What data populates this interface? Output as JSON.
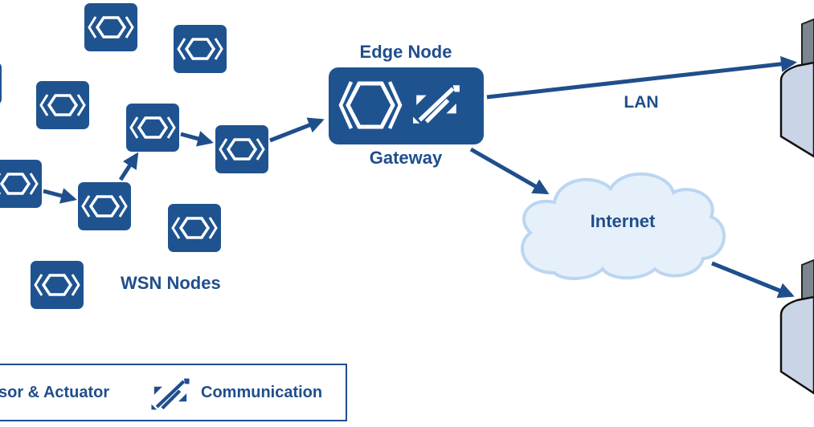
{
  "colors": {
    "node_fill": "#1f5390",
    "arrow": "#1f4e8c",
    "text": "#1f4e8c",
    "cloud_fill": "#e6f0fb",
    "cloud_stroke": "#bcd6f1",
    "device_fill": "#c9d5e6",
    "device_stroke": "#111111",
    "screen_fill": "#7b8690"
  },
  "labels": {
    "edge_node": "Edge Node",
    "gateway": "Gateway",
    "lan": "LAN",
    "internet": "Internet",
    "wsn_nodes": "WSN Nodes"
  },
  "legend": {
    "items": [
      {
        "icon": "sensor-actuator-icon",
        "label": "sor & Actuator"
      },
      {
        "icon": "communication-icon",
        "label": "Communication"
      }
    ]
  },
  "wsn_nodes": [
    {
      "id": "n1"
    },
    {
      "id": "n2"
    },
    {
      "id": "n3"
    },
    {
      "id": "n4"
    },
    {
      "id": "n5"
    },
    {
      "id": "n6"
    },
    {
      "id": "n7"
    },
    {
      "id": "n8"
    },
    {
      "id": "n9"
    },
    {
      "id": "n10"
    }
  ]
}
